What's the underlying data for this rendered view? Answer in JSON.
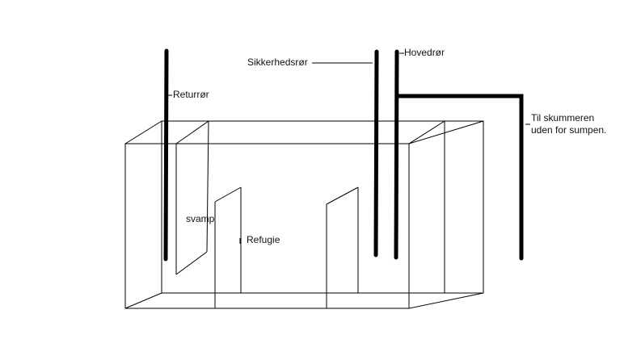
{
  "diagram": {
    "background": "#ffffff",
    "line_color": "#000000",
    "labels": {
      "returror": "Returrør",
      "sikkerhedsror": "Sikkerhedsrør",
      "hovedror": "Hovedrør",
      "skimmer_line1": "Til skummeren",
      "skimmer_line2": "uden for sumpen.",
      "svamp": "svamp",
      "refugie": "Refugie"
    }
  }
}
